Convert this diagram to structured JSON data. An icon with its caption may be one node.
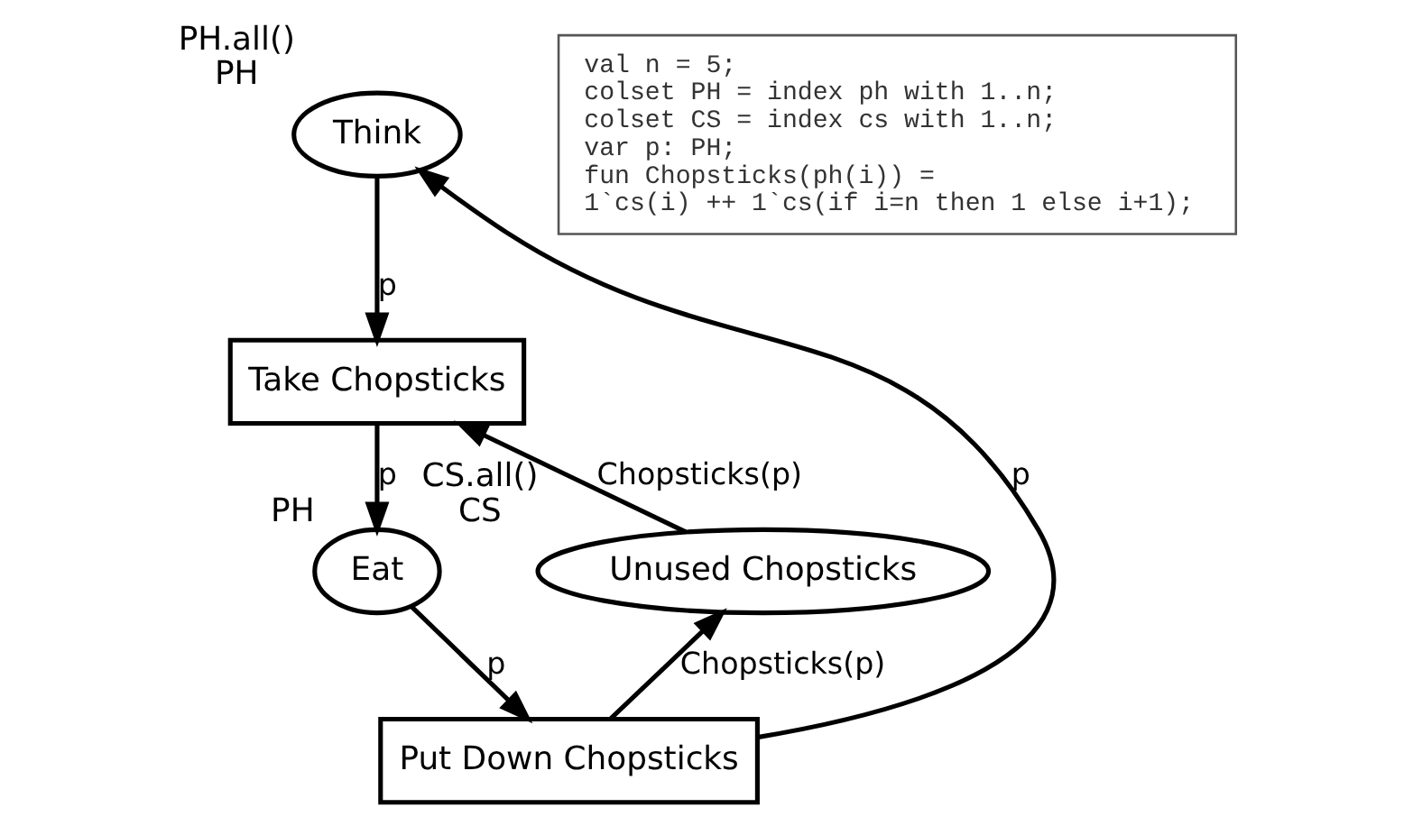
{
  "diagram": {
    "nodes": [
      {
        "text": [
          "Think"
        ],
        "beside": [
          "PH.all()",
          "PH"
        ]
      },
      {
        "text": [
          "Take Chopsticks"
        ]
      },
      {
        "text": [
          "Eat"
        ],
        "beside": [
          "PH"
        ]
      },
      {
        "text": [
          "Put Down Chopsticks"
        ]
      },
      {
        "text": [
          "Unused Chopsticks"
        ],
        "beside": [
          "CS.all()",
          "CS"
        ]
      },
      {
        "text": [
          "val n = 5;",
          "colset PH = index ph with 1..n;",
          "colset CS = index cs with 1..n;",
          "var p: PH;",
          "fun Chopsticks(ph(i)) =",
          "1`cs(i) ++ 1`cs(if i=n then 1 else i+1);"
        ]
      }
    ],
    "edges": [
      {
        "from": 0,
        "to": 1,
        "arrow": "to",
        "label": "p"
      },
      {
        "from": 1,
        "to": 2,
        "arrow": "to",
        "label": "p"
      },
      {
        "from": 2,
        "to": 3,
        "arrow": "to",
        "label": "p"
      },
      {
        "from": 3,
        "to": 0,
        "arrow": "to",
        "label": "p"
      },
      {
        "from": 4,
        "to": 1,
        "arrow": "to",
        "label": "Chopsticks(p)"
      },
      {
        "from": 3,
        "to": 4,
        "arrow": "to",
        "label": "Chopsticks(p)"
      }
    ]
  }
}
